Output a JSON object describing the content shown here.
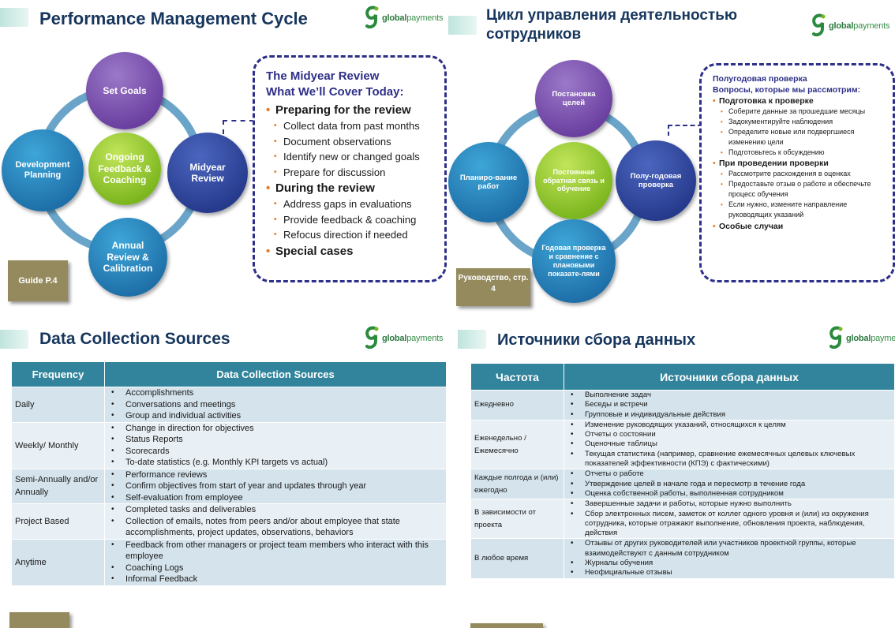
{
  "logo": {
    "brand_part1": "global",
    "brand_part2": "payments"
  },
  "colors": {
    "title": "#17365d",
    "circle_purple": "#6a3fa0",
    "circle_blue": "#1e6fa8",
    "circle_green": "#7bb61e",
    "callout_border": "#2e2f88",
    "bullet_orange": "#e57c24",
    "table_header": "#31849b",
    "guide_box": "#958a5d"
  },
  "slide_en_cycle": {
    "title": "Performance Management Cycle",
    "circles": {
      "set_goals": "Set Goals",
      "development_planning": "Development Planning",
      "ongoing_feedback": "Ongoing Feedback & Coaching",
      "midyear_review": "Midyear Review",
      "annual_review": "Annual Review & Calibration"
    },
    "callout": {
      "heading1": "The Midyear Review",
      "heading2": "What We’ll Cover Today:",
      "section1": "Preparing for the review",
      "section1_items": [
        "Collect data from past months",
        "Document observations",
        "Identify new or changed goals",
        "Prepare for discussion"
      ],
      "section2": "During the review",
      "section2_items": [
        "Address gaps in evaluations",
        "Provide feedback & coaching",
        "Refocus direction if needed"
      ],
      "section3": "Special cases"
    },
    "guide": "Guide P.4"
  },
  "slide_ru_cycle": {
    "title_line1": "Цикл управления деятельностью",
    "title_line2": "сотрудников",
    "circles": {
      "set_goals": "Постановка целей",
      "planning": "Планиро-вание работ",
      "ongoing_feedback": "Постоянная обратная связь и обучение",
      "midyear_review": "Полу-годовая проверка",
      "annual_review": "Годовая проверка и сравнение с плановыми показате-лями"
    },
    "callout": {
      "heading1": "Полугодовая проверка",
      "heading2": "Вопросы, которые мы рассмотрим:",
      "section1": "Подготовка к проверке",
      "section1_items": [
        "Соберите данные за прошедшие месяцы",
        "Задокументируйте наблюдения",
        "Определите новые или подвергшиеся изменению цели",
        "Подготовьтесь к обсуждению"
      ],
      "section2": "При проведении проверки",
      "section2_items": [
        "Рассмотрите расхождения в оценках",
        "Предоставьте отзыв о работе и обеспечьте процесс обучения",
        "Если нужно, измените направление руководящих указаний"
      ],
      "section3": "Особые случаи"
    },
    "guide": "Руководство, стр. 4"
  },
  "slide_en_sources": {
    "title": "Data Collection Sources",
    "columns": [
      "Frequency",
      "Data Collection Sources"
    ],
    "rows": [
      {
        "frequency": "Daily",
        "sources": [
          "Accomplishments",
          "Conversations and meetings",
          "Group and individual activities"
        ]
      },
      {
        "frequency": "Weekly/ Monthly",
        "sources": [
          "Change in direction for objectives",
          "Status Reports",
          "Scorecards",
          "To-date statistics (e.g. Monthly KPI targets vs actual)"
        ]
      },
      {
        "frequency": "Semi-Annually and/or Annually",
        "sources": [
          "Performance reviews",
          "Confirm objectives from start of year and updates through year",
          "Self-evaluation from employee"
        ]
      },
      {
        "frequency": "Project Based",
        "sources": [
          "Completed tasks and deliverables",
          "Collection of emails, notes from peers and/or about employee that state accomplishments, project updates, observations, behaviors"
        ]
      },
      {
        "frequency": "Anytime",
        "sources": [
          "Feedback from other managers or project team members who interact with this employee",
          "Coaching Logs",
          "Informal Feedback"
        ]
      }
    ]
  },
  "slide_ru_sources": {
    "title": "Источники сбора данных",
    "columns": [
      "Частота",
      "Источники сбора данных"
    ],
    "rows": [
      {
        "frequency": "Ежедневно",
        "sources": [
          "Выполнение задач",
          "Беседы и встречи",
          "Групповые и индивидуальные действия"
        ]
      },
      {
        "frequency": "Еженедельно / Ежемесячно",
        "sources": [
          "Изменение руководящих указаний, относящихся к целям",
          "Отчеты о состоянии",
          "Оценочные таблицы",
          "Текущая статистика (например, сравнение ежемесячных целевых ключевых показателей эффективности (КПЭ) с фактическими)"
        ]
      },
      {
        "frequency": "Каждые полгода и (или) ежегодно",
        "sources": [
          "Отчеты о работе",
          "Утверждение целей в начале года и пересмотр в течение года",
          "Оценка собственной работы, выполненная сотрудником"
        ]
      },
      {
        "frequency": "В зависимости от проекта",
        "sources": [
          "Завершенные задачи и работы, которые нужно выполнить",
          "Сбор электронных писем, заметок от коллег одного уровня и (или) из окружения сотрудника, которые отражают выполнение, обновления проекта, наблюдения, действия"
        ]
      },
      {
        "frequency": "В любое время",
        "sources": [
          "Отзывы от других руководителей или участников проектной группы, которые взаимодействуют с данным сотрудником",
          "Журналы обучения",
          "Неофициальные отзывы"
        ]
      }
    ]
  }
}
